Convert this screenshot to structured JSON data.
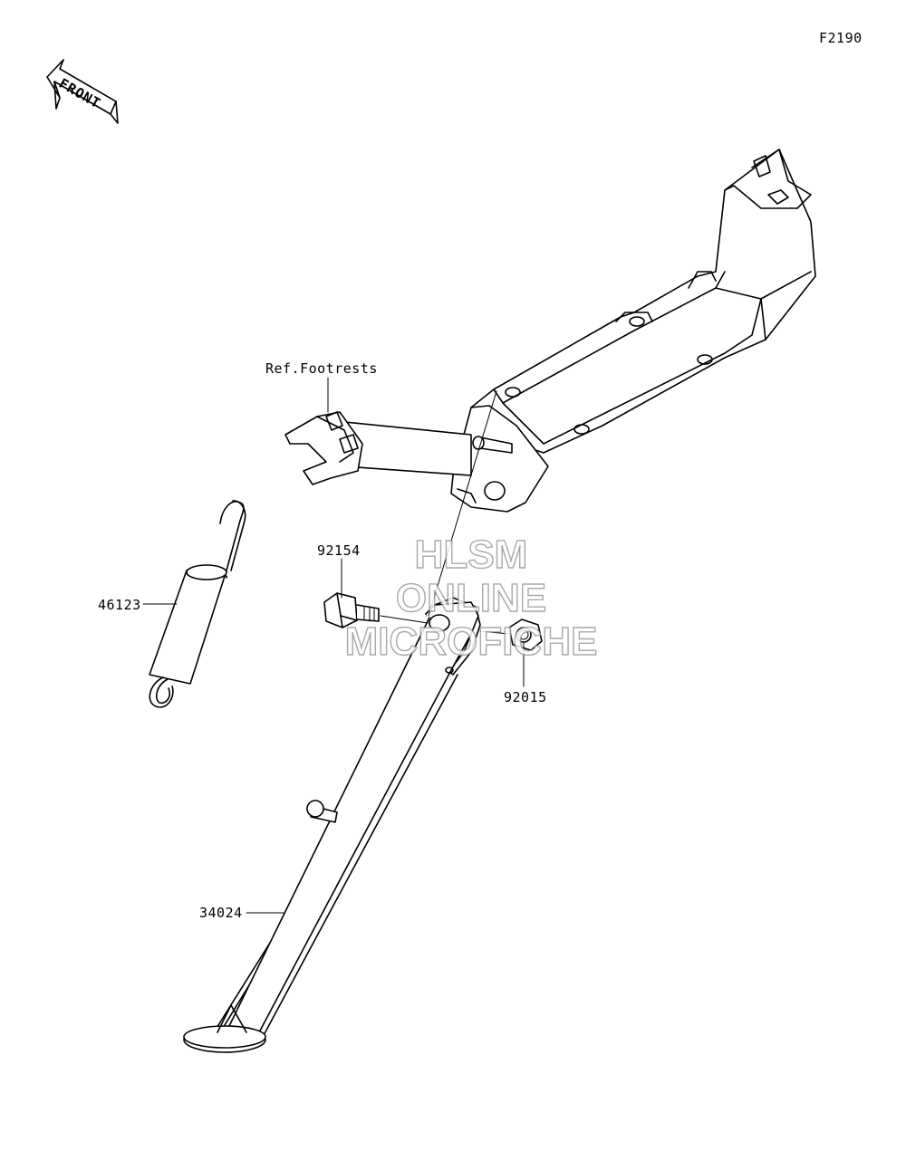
{
  "diagram": {
    "figure_code": "F2190",
    "front_arrow_label": "FRONT",
    "parts": [
      {
        "number": "46123"
      },
      {
        "number": "92154"
      },
      {
        "number": "92015"
      },
      {
        "number": "34024"
      }
    ],
    "reference_label": "Ref.Footrests"
  },
  "watermark": {
    "line1": "HLSM",
    "line2": "ONLINE",
    "line3": "MICROFICHE"
  },
  "colors": {
    "line": "#000000",
    "watermark_outline": "#9a9a9a",
    "background": "#ffffff"
  }
}
